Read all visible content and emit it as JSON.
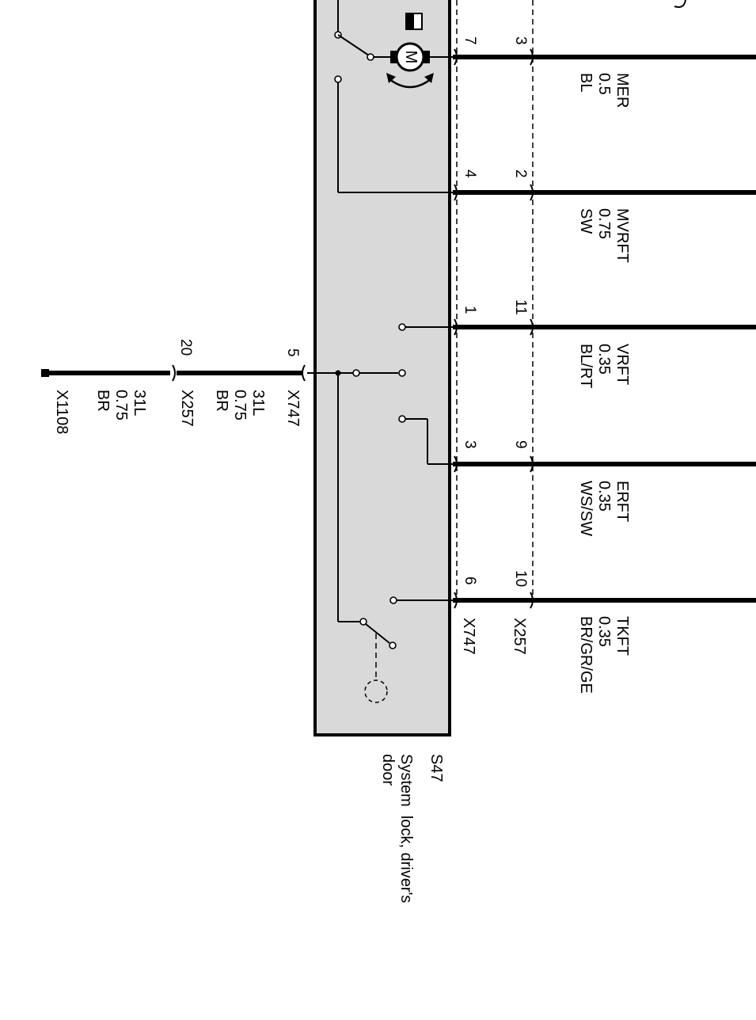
{
  "component": {
    "id": "S47",
    "description_lines": [
      "System  lock, driver's",
      "door"
    ]
  },
  "connectors": {
    "inner": "X747",
    "outer": "X257",
    "ground": "X1108"
  },
  "motor_symbol": "M",
  "wires": [
    {
      "name": "MER",
      "size": "0.5",
      "color": "BL",
      "pin_inner": "7",
      "pin_outer": "3"
    },
    {
      "name": "MVRFT",
      "size": "0.75",
      "color": "SW",
      "pin_inner": "4",
      "pin_outer": "2"
    },
    {
      "name": "VRFT",
      "size": "0.35",
      "color": "BL/RT",
      "pin_inner": "1",
      "pin_outer": "11"
    },
    {
      "name": "ERFT",
      "size": "0.35",
      "color": "WS/SW",
      "pin_inner": "3",
      "pin_outer": "9"
    },
    {
      "name": "TKFT",
      "size": "0.35",
      "color": "BR/GR/GE",
      "pin_inner": "6",
      "pin_outer": "10"
    }
  ],
  "ground_wire": {
    "pin_inner": "5",
    "pin_outer": "20",
    "seg1": {
      "connector": "X747",
      "name": "31L",
      "size": "0.75",
      "color": "BR"
    },
    "seg2": {
      "connector": "X257",
      "name": "31L",
      "size": "0.75",
      "color": "BR"
    },
    "end": {
      "connector": "X1108"
    }
  },
  "colors": {
    "module_fill": "#d9d9d9",
    "line": "#000000"
  }
}
